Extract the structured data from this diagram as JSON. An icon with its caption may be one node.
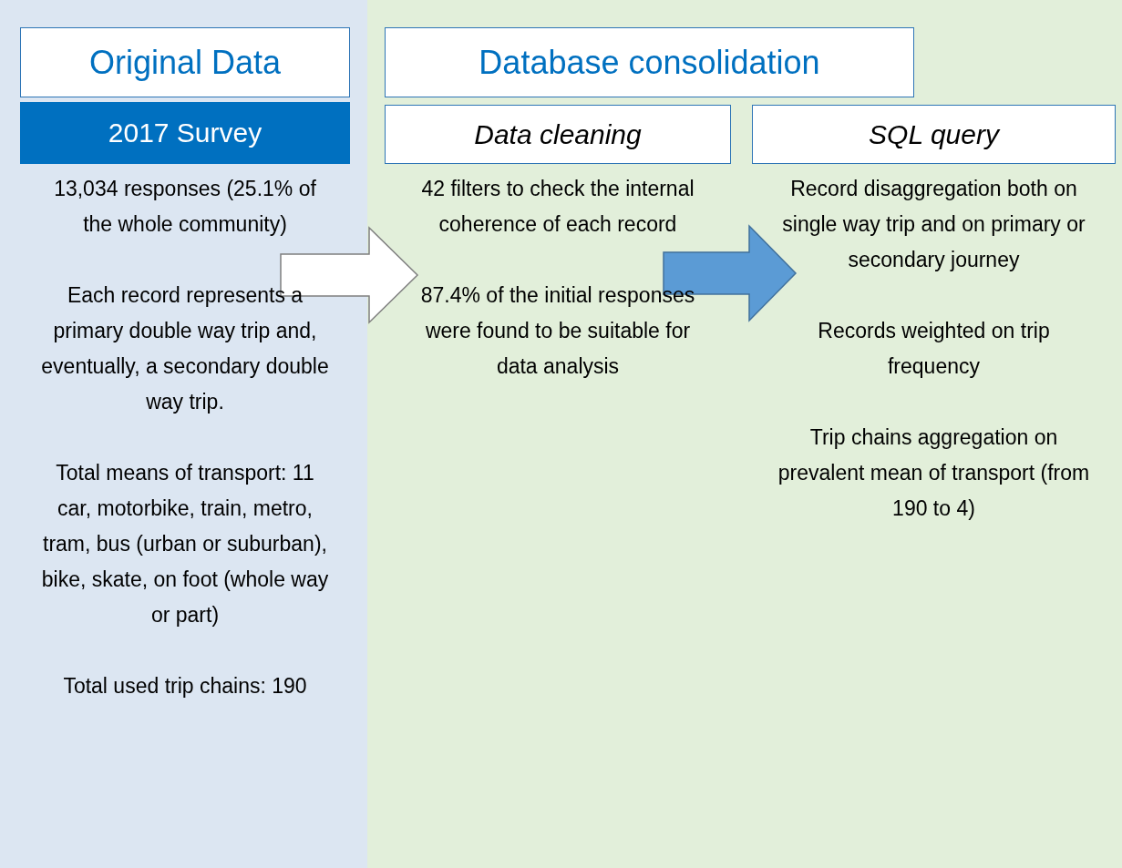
{
  "diagram": {
    "nodes": [
      {
        "text": [
          "Original Data"
        ]
      },
      {
        "text": [
          "2017 Survey"
        ],
        "beside": [
          "13,034 responses (25.1% of the whole community)",
          "Each record represents a primary double way trip and, eventually, a secondary double way trip.",
          "Total means of transport: 11",
          "car, motorbike, train, metro, tram, bus (urban or suburban), bike, skate, on foot (whole way or part)",
          "Total used trip chains: 190"
        ],
        "in": 0
      },
      {
        "text": [
          "Database consolidation"
        ]
      },
      {
        "text": [
          "Data cleaning"
        ],
        "beside": [
          "42 filters to check the internal coherence of each record",
          "87.4% of the initial responses were found to be suitable for data analysis"
        ],
        "in": 2
      },
      {
        "text": [
          "SQL query"
        ],
        "beside": [
          "Record disaggregation both on single way trip and on primary or secondary journey",
          "Records weighted on trip frequency",
          "Trip chains aggregation on prevalent mean of transport (from 190 to 4)"
        ],
        "in": 2
      }
    ],
    "edges": [
      {
        "from": 1,
        "to": 3,
        "arrow": "to",
        "color": "#ffffff"
      },
      {
        "from": 3,
        "to": 4,
        "arrow": "to",
        "color": "#5b9bd5"
      }
    ]
  }
}
